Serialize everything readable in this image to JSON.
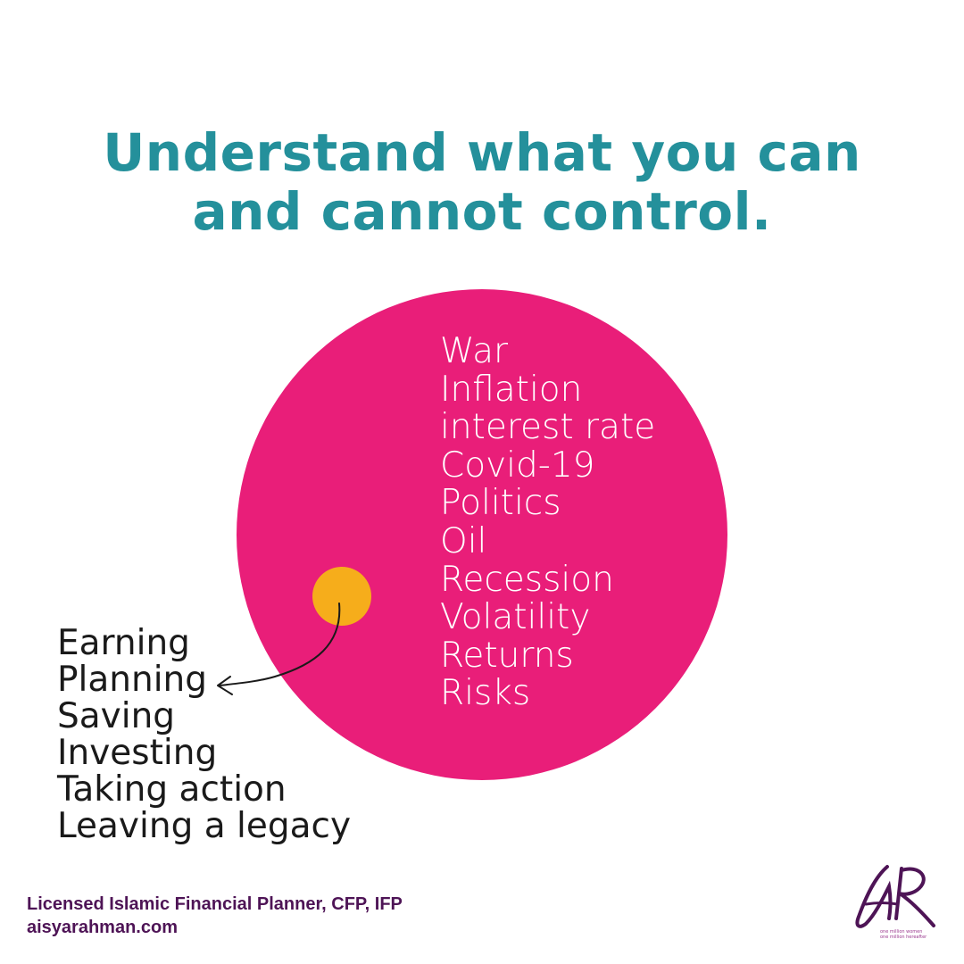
{
  "title": {
    "line1": "Understand what you can",
    "line2": "and cannot control."
  },
  "cannot_control": [
    "War",
    "Inflation",
    "interest rate",
    "Covid-19",
    "Politics",
    "Oil",
    "Recession",
    "Volatility",
    "Returns",
    "Risks"
  ],
  "can_control": [
    "Earning",
    "Planning",
    "Saving",
    "Investing",
    "Taking action",
    "Leaving a legacy"
  ],
  "footer": {
    "credentials": "Licensed Islamic Financial Planner, CFP, IFP",
    "website": "aisyarahman.com"
  },
  "logo": {
    "letters": "AR",
    "tagline_line1": "one million women",
    "tagline_line2": "one million hereafter"
  },
  "colors": {
    "title": "#24909b",
    "circle": "#e91e79",
    "dot": "#f6ad1b",
    "footer": "#4e1456"
  }
}
